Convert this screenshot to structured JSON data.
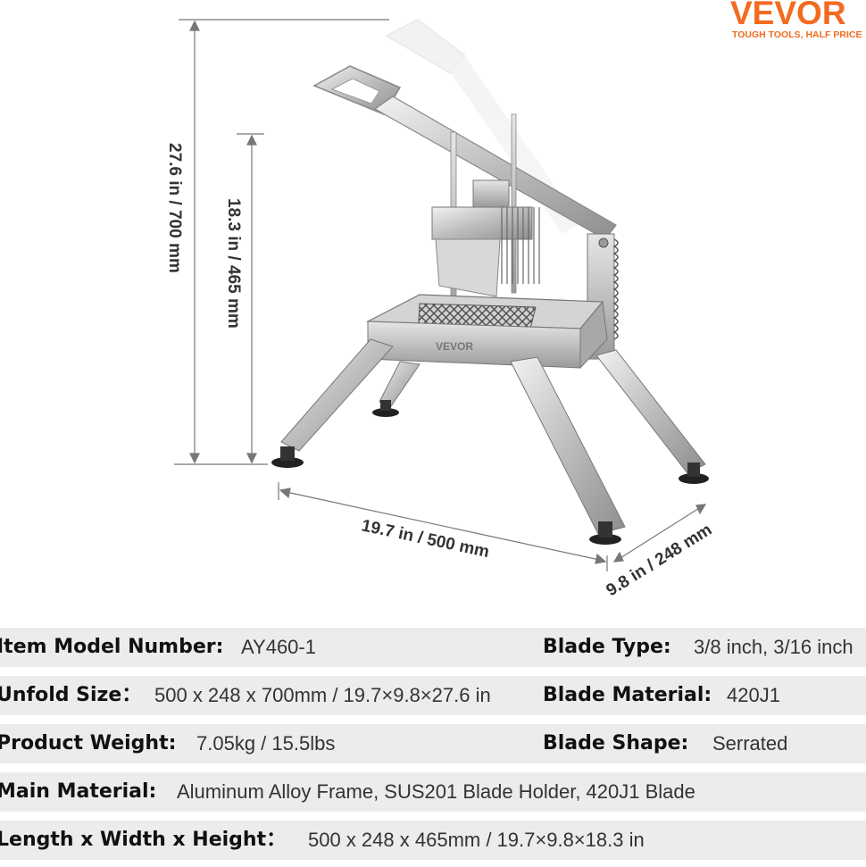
{
  "brand": {
    "name": "VEVOR",
    "tagline": "TOUGH TOOLS, HALF PRICE",
    "color": "#f26b21"
  },
  "dimensions": {
    "total_height": "27.6 in /  700 mm",
    "body_height": "18.3 in / 465 mm",
    "length": "19.7 in / 500 mm",
    "width": "9.8 in / 248 mm"
  },
  "product_stamp": "VEVOR",
  "specs": {
    "model": {
      "label": "Item Model Number:",
      "value": "AY460-1"
    },
    "blade_type": {
      "label": "Blade Type:",
      "value": "3/8 inch, 3/16 inch"
    },
    "unfold_size": {
      "label": "Unfold Size：",
      "value": "500 x 248 x 700mm / 19.7×9.8×27.6 in"
    },
    "blade_material": {
      "label": "Blade Material:",
      "value": "420J1"
    },
    "weight": {
      "label": "Product Weight:",
      "value": "7.05kg / 15.5lbs"
    },
    "blade_shape": {
      "label": "Blade Shape:",
      "value": "Serrated"
    },
    "main_material": {
      "label": "Main Material:",
      "value": "Aluminum Alloy Frame, SUS201 Blade Holder, 420J1 Blade"
    },
    "lwh": {
      "label": "Length x Width x Height：",
      "value": "500 x 248 x 465mm / 19.7×9.8×18.3 in"
    }
  }
}
